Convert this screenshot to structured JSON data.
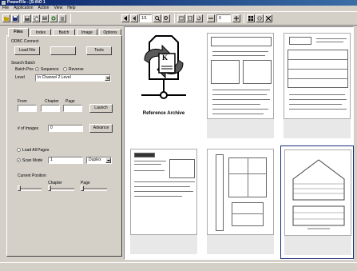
{
  "window": {
    "title": "PowerFile - [S:\\NO 1"
  },
  "menu": [
    "File",
    "Application",
    "Action",
    "View",
    "Help"
  ],
  "toolbar": {
    "page_field": "1/1",
    "zoom_field": "0"
  },
  "tabs": [
    {
      "label": "Files",
      "active": true
    },
    {
      "label": "Index",
      "active": false
    },
    {
      "label": "Batch",
      "active": false
    },
    {
      "label": "Image",
      "active": false
    },
    {
      "label": "Options",
      "active": false
    }
  ],
  "file_tab": {
    "section_label": "ODBC Connect",
    "load_button": "Load File",
    "middle_button": "",
    "tools_button": "Tools",
    "search_group_label": "Search Batch",
    "batch_label": "Batch Pos",
    "radio_a": "Sequence",
    "radio_b": "Reverse",
    "level_label": "Level",
    "level_value": "In Channel 2 Level",
    "from_label": "From",
    "chapter_label": "Chapter",
    "page_label": "Page",
    "launch_button": "Launch",
    "images_label": "# of Images",
    "images_value": "0",
    "advance_button": "Advance",
    "radio_c": "Load All Pages",
    "radio_d": "Scan Mode",
    "scan_value": "1",
    "duplex_value": "Duplex",
    "current_label": "Current Position",
    "chapter2_label": "Chapter",
    "page2_label": "Page"
  },
  "archive": {
    "title": "Reference Archive",
    "doc_letter": "K"
  },
  "colors": {
    "chrome": "#d4d0c8",
    "title_start": "#0a246a",
    "title_end": "#3a6ea5",
    "selected_border": "#1c2c7a"
  }
}
